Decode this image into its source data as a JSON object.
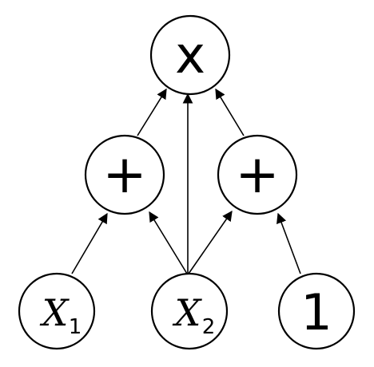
{
  "colors": {
    "background": "#ffffff",
    "stroke": "#000000",
    "node_fill": "#ffffff"
  },
  "nodes": {
    "times": {
      "symbol": "x"
    },
    "plus_left": {
      "symbol": "+"
    },
    "plus_right": {
      "symbol": "+"
    },
    "x1": {
      "symbol": "X",
      "subscript": "1"
    },
    "x2": {
      "symbol": "X",
      "subscript": "2"
    },
    "one": {
      "symbol": "1"
    }
  },
  "edges": [
    {
      "from": "x1",
      "to": "plus_left"
    },
    {
      "from": "x2",
      "to": "plus_left"
    },
    {
      "from": "x2",
      "to": "plus_right"
    },
    {
      "from": "one",
      "to": "plus_right"
    },
    {
      "from": "plus_left",
      "to": "times"
    },
    {
      "from": "x2",
      "to": "times"
    },
    {
      "from": "plus_right",
      "to": "times"
    }
  ]
}
